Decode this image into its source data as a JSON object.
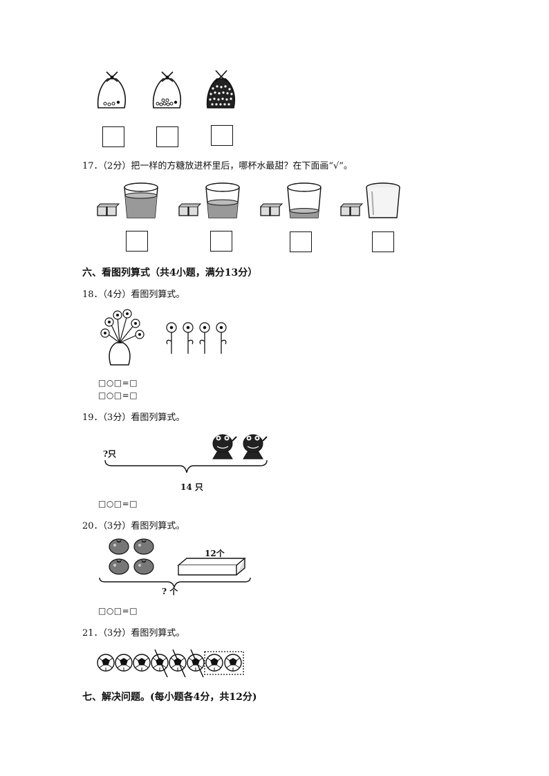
{
  "q16": {
    "bags": [
      "few-candies",
      "some-candies",
      "many-candies"
    ]
  },
  "q17": {
    "text": "17．（2分）把一样的方糖放进杯里后，哪杯水最甜？在下面画“√”。",
    "cups": [
      "full",
      "half",
      "low",
      "empty"
    ]
  },
  "section6": {
    "title": "六、看图列算式（共4小题，满分13分）"
  },
  "q18": {
    "text": "18．（4分）看图列算式。",
    "eq1": "□○□=□",
    "eq2": "□○□=□"
  },
  "q19": {
    "text": "19．（3分）看图列算式。",
    "unknown_label": "?只",
    "total_label": "14 只",
    "eq": "□○□=□"
  },
  "q20": {
    "text": "20．（3分）看图列算式。",
    "box_label": "12个",
    "total_label": "? 个",
    "eq": "□○□=□"
  },
  "q21": {
    "text": "21．（3分）看图列算式。",
    "balls": {
      "total": 8,
      "crossed": 3,
      "boxed": 2
    }
  },
  "section7": {
    "title": "七、解决问题。(每小题各4分，共12分)"
  }
}
